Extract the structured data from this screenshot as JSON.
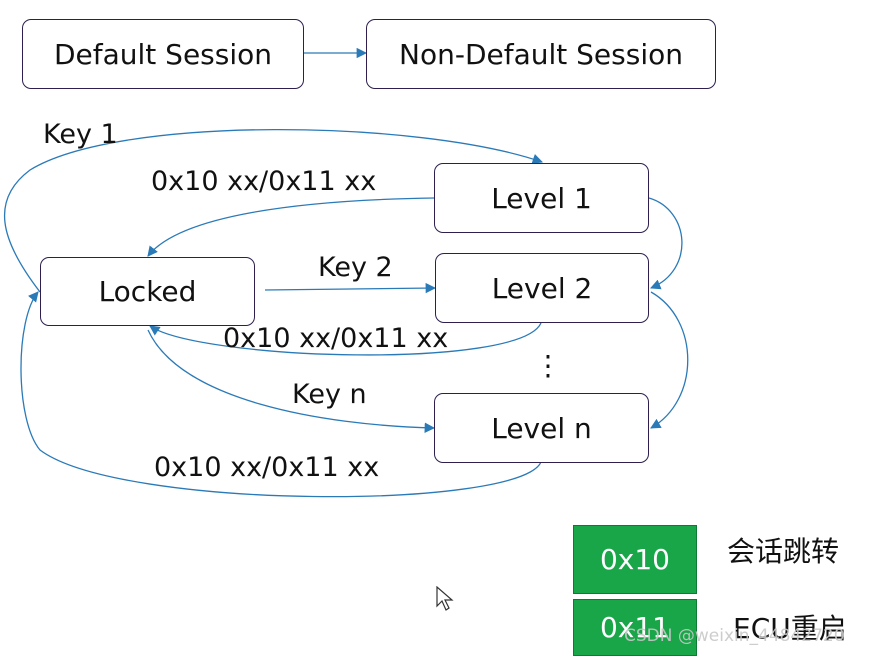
{
  "nodes": {
    "default_session": "Default Session",
    "non_default_session": "Non-Default Session",
    "locked": "Locked",
    "level1": "Level 1",
    "level2": "Level 2",
    "leveln": "Level n"
  },
  "edge_labels": {
    "key1": "Key 1",
    "key2": "Key 2",
    "keyn": "Key n",
    "reset_level1": "0x10 xx/0x11 xx",
    "reset_level2": "0x10 xx/0x11 xx",
    "reset_leveln": "0x10 xx/0x11 xx",
    "ellipsis": "⋮"
  },
  "legend": [
    {
      "code": "0x10",
      "description": "会话跳转"
    },
    {
      "code": "0x11",
      "description": "ECU重启"
    }
  ],
  "watermark": "CSDN @weixin_44842720",
  "colors": {
    "arrow": "#2a7ab8",
    "legend_fill": "#19a649",
    "box_border": "#2e1f4f"
  }
}
